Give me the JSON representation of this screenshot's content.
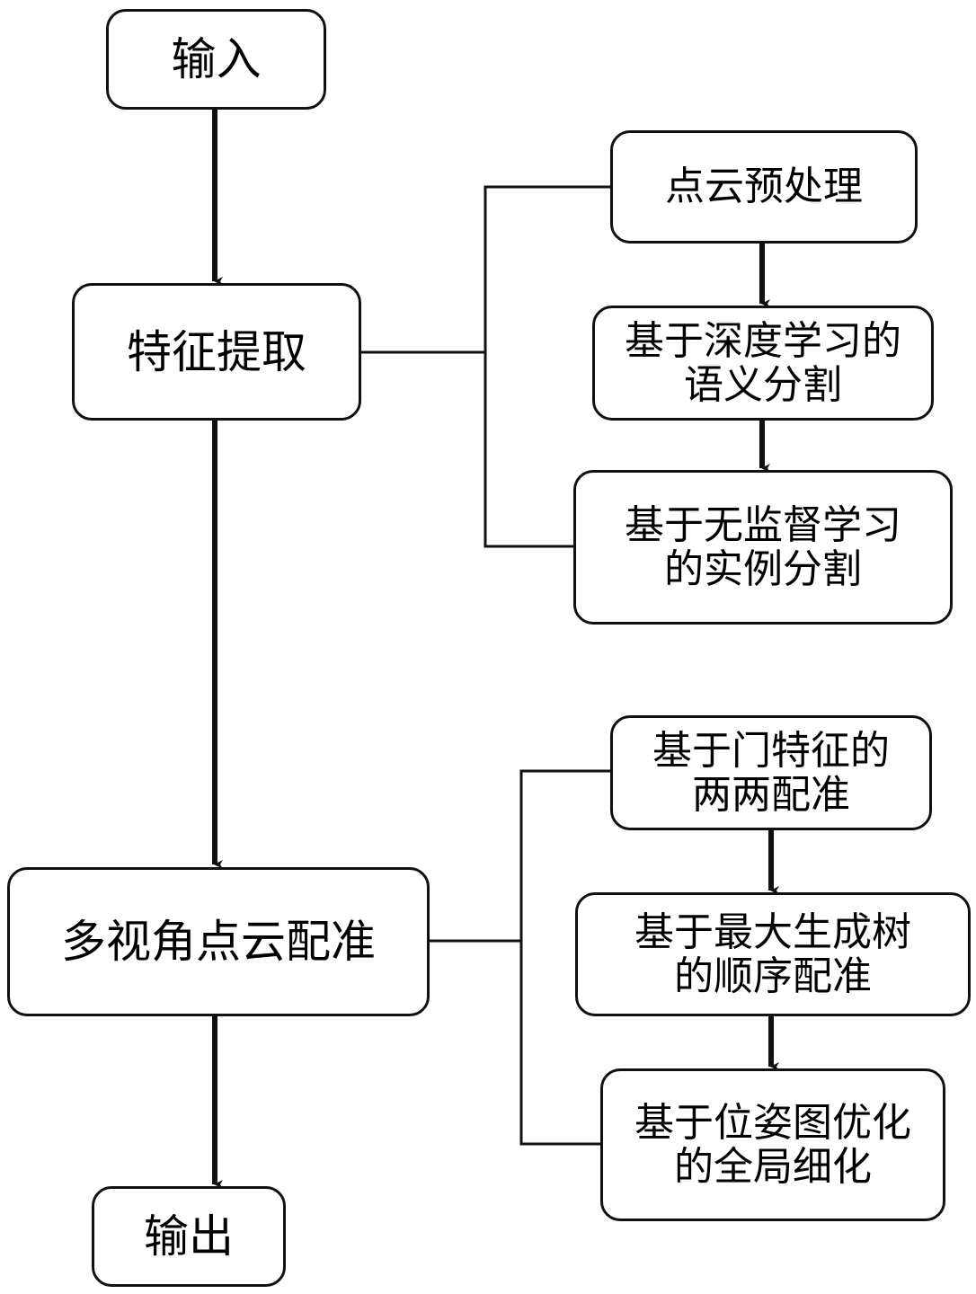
{
  "diagram": {
    "type": "flowchart",
    "main_flow": [
      {
        "id": "input",
        "label": "输入"
      },
      {
        "id": "feature",
        "label": "特征提取"
      },
      {
        "id": "registration",
        "label": "多视角点云配准"
      },
      {
        "id": "output",
        "label": "输出"
      }
    ],
    "feature_steps": [
      {
        "id": "preprocess",
        "lines": [
          "点云预处理"
        ]
      },
      {
        "id": "semantic",
        "lines": [
          "基于深度学习的",
          "语义分割"
        ]
      },
      {
        "id": "instance",
        "lines": [
          "基于无监督学习",
          "的实例分割"
        ]
      }
    ],
    "registration_steps": [
      {
        "id": "pairwise",
        "lines": [
          "基于门特征的",
          "两两配准"
        ]
      },
      {
        "id": "sequential",
        "lines": [
          "基于最大生成树",
          "的顺序配准"
        ]
      },
      {
        "id": "global",
        "lines": [
          "基于位姿图优化",
          "的全局细化"
        ]
      }
    ],
    "edges": [
      [
        "input",
        "feature"
      ],
      [
        "feature",
        "registration"
      ],
      [
        "registration",
        "output"
      ],
      [
        "preprocess",
        "semantic"
      ],
      [
        "semantic",
        "instance"
      ],
      [
        "pairwise",
        "sequential"
      ],
      [
        "sequential",
        "global"
      ]
    ],
    "brackets": [
      {
        "from": "feature",
        "to": [
          "preprocess",
          "semantic",
          "instance"
        ]
      },
      {
        "from": "registration",
        "to": [
          "pairwise",
          "sequential",
          "global"
        ]
      }
    ]
  }
}
